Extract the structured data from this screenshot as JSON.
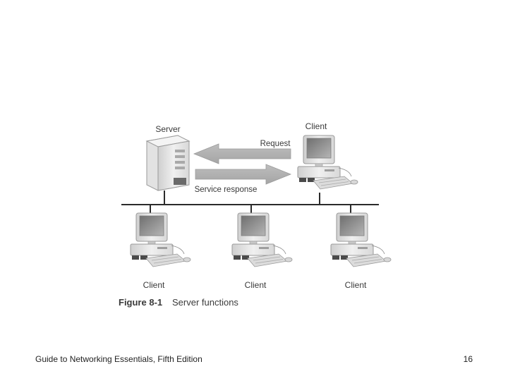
{
  "diagram": {
    "server_label": "Server",
    "top_client_label": "Client",
    "request_label": "Request",
    "response_label": "Service response",
    "bottom_client_labels": [
      "Client",
      "Client",
      "Client"
    ],
    "figure_number": "Figure 8-1",
    "figure_title": "Server functions"
  },
  "footer": {
    "book_title": "Guide to Networking Essentials, Fifth Edition",
    "page_number": "16"
  }
}
